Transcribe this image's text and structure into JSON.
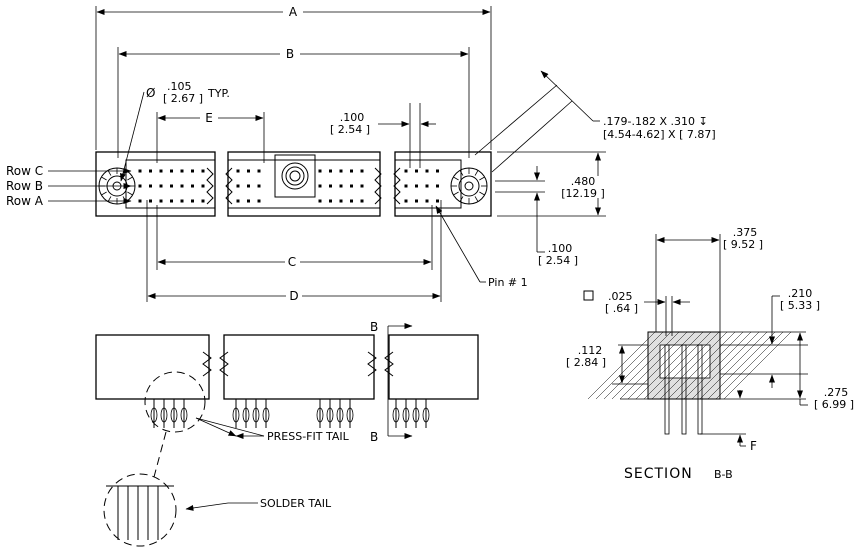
{
  "dims": {
    "A": "A",
    "B": "B",
    "C": "C",
    "D": "D",
    "E": "E",
    "F": "F"
  },
  "hole": {
    "symbol": "Ø",
    "in": ".105",
    "mm": "[ 2.67 ]",
    "note": "TYP."
  },
  "pitch": {
    "in": ".100",
    "mm": "[ 2.54 ]"
  },
  "countersink": {
    "line1": ".179-.182 X .310 ↧",
    "line2": "[4.54-4.62]  X  [ 7.87]"
  },
  "height": {
    "in": ".480",
    "mm": "[12.19 ]"
  },
  "row_pitch": {
    "in": ".100",
    "mm": "[ 2.54 ]"
  },
  "rows": [
    "Row C",
    "Row B",
    "Row A"
  ],
  "pin1": "Pin # 1",
  "section": {
    "w375_in": ".375",
    "w375_mm": "[ 9.52 ]",
    "sq025_in": ".025",
    "sq025_mm": "[ .64 ]",
    "h210_in": ".210",
    "h210_mm": "[ 5.33 ]",
    "h112_in": ".112",
    "h112_mm": "[ 2.84 ]",
    "h275_in": ".275",
    "h275_mm": "[ 6.99 ]",
    "title_main": "SECTION",
    "title_id": "B-B"
  },
  "section_marker": "B",
  "tails": {
    "press_fit": "PRESS-FIT TAIL",
    "solder": "SOLDER TAIL"
  }
}
